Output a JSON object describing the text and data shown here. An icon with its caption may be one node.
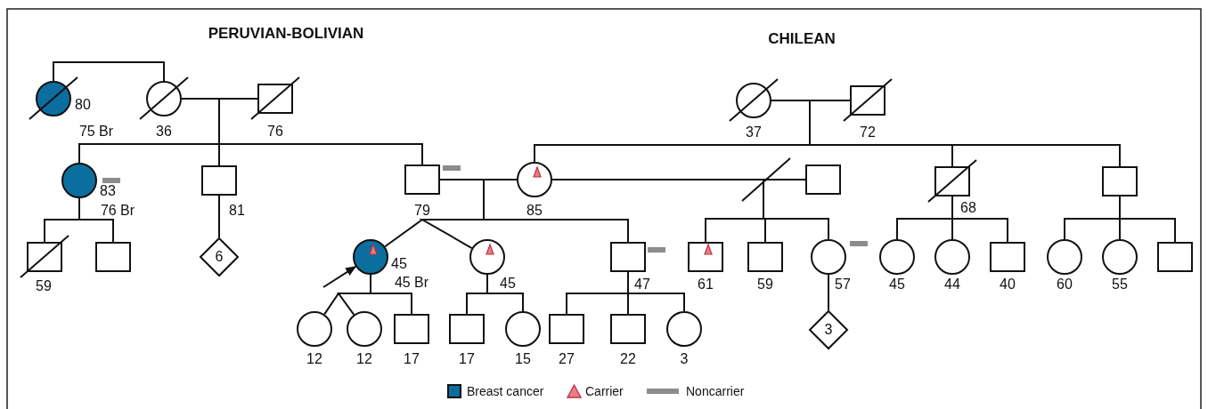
{
  "diagram": {
    "nodes": [
      {
        "text": [],
        "shape": "circle",
        "beside": [
          "80",
          "75 Br"
        ]
      },
      {
        "text": [],
        "shape": "circle",
        "beside": [
          "36"
        ]
      },
      {
        "text": [],
        "shape": "box",
        "beside": [
          "76"
        ]
      },
      {
        "text": [],
        "shape": "circle",
        "beside": [
          "37"
        ]
      },
      {
        "text": [],
        "shape": "box",
        "beside": [
          "72"
        ]
      },
      {
        "text": [],
        "shape": "circle",
        "beside": [
          "83",
          "76 Br"
        ]
      },
      {
        "text": [],
        "shape": "box",
        "beside": [
          "81"
        ]
      },
      {
        "text": [],
        "shape": "box",
        "beside": [
          "79"
        ]
      },
      {
        "text": [],
        "shape": "circle",
        "beside": [
          "85"
        ]
      },
      {
        "text": [],
        "shape": "box"
      },
      {
        "text": [],
        "shape": "box",
        "beside": [
          "68"
        ]
      },
      {
        "text": [],
        "shape": "box"
      },
      {
        "text": [],
        "shape": "box",
        "beside": [
          "59"
        ]
      },
      {
        "text": [],
        "shape": "box"
      },
      {
        "text": [
          "6"
        ]
      },
      {
        "text": [],
        "shape": "circle",
        "beside": [
          "45",
          "45 Br"
        ]
      },
      {
        "text": [],
        "shape": "circle",
        "beside": [
          "45"
        ]
      },
      {
        "text": [],
        "shape": "box",
        "beside": [
          "47"
        ]
      },
      {
        "text": [],
        "shape": "box",
        "beside": [
          "61"
        ]
      },
      {
        "text": [],
        "shape": "box",
        "beside": [
          "59"
        ]
      },
      {
        "text": [],
        "shape": "circle",
        "beside": [
          "57"
        ]
      },
      {
        "text": [],
        "shape": "circle",
        "beside": [
          "45"
        ]
      },
      {
        "text": [],
        "shape": "circle",
        "beside": [
          "44"
        ]
      },
      {
        "text": [],
        "shape": "box",
        "beside": [
          "40"
        ]
      },
      {
        "text": [],
        "shape": "circle",
        "beside": [
          "60"
        ]
      },
      {
        "text": [],
        "shape": "circle",
        "beside": [
          "55"
        ]
      },
      {
        "text": [],
        "shape": "box"
      },
      {
        "text": [],
        "shape": "circle",
        "beside": [
          "12"
        ]
      },
      {
        "text": [],
        "shape": "circle",
        "beside": [
          "12"
        ]
      },
      {
        "text": [],
        "shape": "box",
        "beside": [
          "17"
        ]
      },
      {
        "text": [],
        "shape": "box",
        "beside": [
          "17"
        ]
      },
      {
        "text": [],
        "shape": "circle",
        "beside": [
          "15"
        ]
      },
      {
        "text": [],
        "shape": "box",
        "beside": [
          "27"
        ]
      },
      {
        "text": [],
        "shape": "box",
        "beside": [
          "22"
        ]
      },
      {
        "text": [],
        "shape": "circle",
        "beside": [
          "3"
        ]
      },
      {
        "text": [
          "3"
        ]
      }
    ],
    "edges": [
      {
        "from": 0,
        "to": 1,
        "arrow": "none"
      },
      {
        "from": 1,
        "to": 2,
        "arrow": "none"
      },
      {
        "from": 1,
        "to": 5,
        "arrow": "none"
      },
      {
        "from": 2,
        "to": 5,
        "arrow": "none"
      },
      {
        "from": 1,
        "to": 6,
        "arrow": "none"
      },
      {
        "from": 2,
        "to": 6,
        "arrow": "none"
      },
      {
        "from": 1,
        "to": 7,
        "arrow": "none"
      },
      {
        "from": 2,
        "to": 7,
        "arrow": "none"
      },
      {
        "from": 3,
        "to": 4,
        "arrow": "none"
      },
      {
        "from": 3,
        "to": 8,
        "arrow": "none"
      },
      {
        "from": 4,
        "to": 8,
        "arrow": "none"
      },
      {
        "from": 3,
        "to": 10,
        "arrow": "none"
      },
      {
        "from": 4,
        "to": 10,
        "arrow": "none"
      },
      {
        "from": 3,
        "to": 11,
        "arrow": "none"
      },
      {
        "from": 4,
        "to": 11,
        "arrow": "none"
      },
      {
        "from": 7,
        "to": 8,
        "arrow": "none"
      },
      {
        "from": 8,
        "to": 9,
        "arrow": "none"
      },
      {
        "from": 7,
        "to": 15,
        "arrow": "none"
      },
      {
        "from": 8,
        "to": 15,
        "arrow": "none"
      },
      {
        "from": 7,
        "to": 16,
        "arrow": "none"
      },
      {
        "from": 8,
        "to": 16,
        "arrow": "none"
      },
      {
        "from": 7,
        "to": 17,
        "arrow": "none"
      },
      {
        "from": 8,
        "to": 17,
        "arrow": "none"
      },
      {
        "from": 8,
        "to": 18,
        "arrow": "none"
      },
      {
        "from": 9,
        "to": 18,
        "arrow": "none"
      },
      {
        "from": 8,
        "to": 19,
        "arrow": "none"
      },
      {
        "from": 9,
        "to": 19,
        "arrow": "none"
      },
      {
        "from": 8,
        "to": 20,
        "arrow": "none"
      },
      {
        "from": 9,
        "to": 20,
        "arrow": "none"
      },
      {
        "from": 10,
        "to": 21,
        "arrow": "none"
      },
      {
        "from": 10,
        "to": 22,
        "arrow": "none"
      },
      {
        "from": 10,
        "to": 23,
        "arrow": "none"
      },
      {
        "from": 11,
        "to": 24,
        "arrow": "none"
      },
      {
        "from": 11,
        "to": 25,
        "arrow": "none"
      },
      {
        "from": 11,
        "to": 26,
        "arrow": "none"
      },
      {
        "from": 5,
        "to": 12,
        "arrow": "none"
      },
      {
        "from": 5,
        "to": 13,
        "arrow": "none"
      },
      {
        "from": 6,
        "to": 14,
        "arrow": "none"
      },
      {
        "from": 15,
        "to": 27,
        "arrow": "none"
      },
      {
        "from": 15,
        "to": 28,
        "arrow": "none"
      },
      {
        "from": 15,
        "to": 29,
        "arrow": "none"
      },
      {
        "from": 16,
        "to": 30,
        "arrow": "none"
      },
      {
        "from": 16,
        "to": 31,
        "arrow": "none"
      },
      {
        "from": 17,
        "to": 32,
        "arrow": "none"
      },
      {
        "from": 17,
        "to": 33,
        "arrow": "none"
      },
      {
        "from": 17,
        "to": 34,
        "arrow": "none"
      },
      {
        "from": 20,
        "to": 35,
        "arrow": "none"
      },
      {
        "from": null,
        "to": 15,
        "arrow": "to"
      }
    ],
    "labels": [
      "PERUVIAN-BOLIVIAN",
      "CHILEAN"
    ],
    "legend": [
      {
        "text": "Breast cancer",
        "color": "#0b6e9f"
      },
      {
        "text": "Carrier"
      },
      {
        "text": "Noncarrier",
        "color": "#8c8c8c"
      }
    ]
  }
}
